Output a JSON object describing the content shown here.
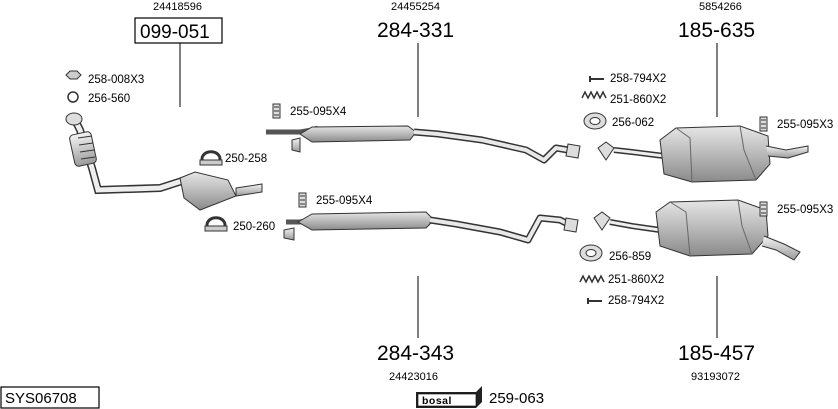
{
  "title": "SYS06708",
  "brand": "bosal",
  "brand_part": "259-063",
  "assemblies": [
    {
      "ref": "24418596",
      "part": "099-051"
    },
    {
      "ref": "24455254",
      "part": "284-331"
    },
    {
      "ref": "5854266",
      "part": "185-635"
    },
    {
      "ref": "24423016",
      "part": "284-343"
    },
    {
      "ref": "93193072",
      "part": "185-457"
    }
  ],
  "parts": [
    {
      "label": "258-008X3",
      "icon": "nut-icon"
    },
    {
      "label": "256-560",
      "icon": "gasket-ring-icon"
    },
    {
      "label": "255-095X4",
      "icon": "bolt-clamp-icon"
    },
    {
      "label": "250-258",
      "icon": "clamp-icon"
    },
    {
      "label": "255-095X4",
      "icon": "bolt-clamp-icon"
    },
    {
      "label": "250-260",
      "icon": "clamp-icon"
    },
    {
      "label": "258-794X2",
      "icon": "pin-icon"
    },
    {
      "label": "251-860X2",
      "icon": "spring-icon"
    },
    {
      "label": "256-062",
      "icon": "gasket-icon"
    },
    {
      "label": "255-095X3",
      "icon": "bolt-clamp-icon"
    },
    {
      "label": "255-095X3",
      "icon": "bolt-clamp-icon"
    },
    {
      "label": "256-859",
      "icon": "gasket-icon"
    },
    {
      "label": "251-860X2",
      "icon": "spring-icon"
    },
    {
      "label": "258-794X2",
      "icon": "pin-icon"
    }
  ]
}
